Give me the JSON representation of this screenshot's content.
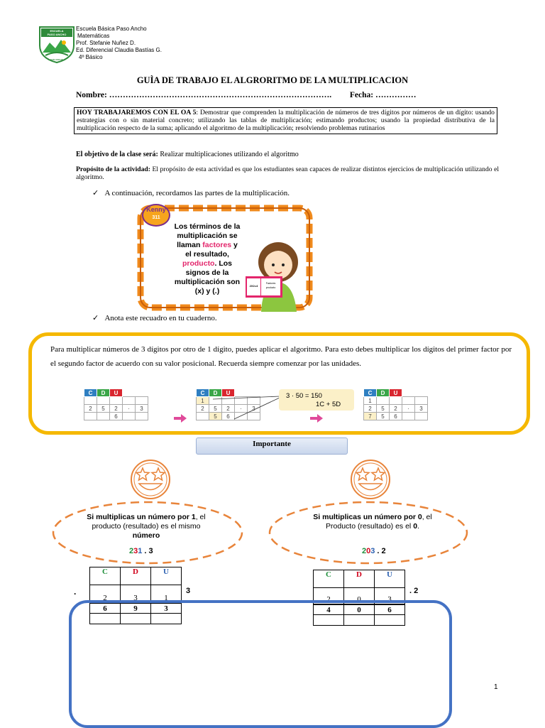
{
  "header": {
    "logo_text": [
      "ESCUELA",
      "PASO ANCHO",
      "SAN ANCHO"
    ],
    "school": "Escuela Básica Paso Ancho",
    "subject": "Matemáticas",
    "teacher": "Prof. Stefanie Nuñez D.",
    "assistant": "Ed. Diferencial Claudia Bastías G.",
    "grade": "4º Básico"
  },
  "title": "GUÌA DE TRABAJO EL ALGRORITMO DE LA MULTIPLICACION",
  "name_line": {
    "name_label": "Nombre:",
    "name_dots": "……………………………………………………………………….",
    "date_label": "Fecha:",
    "date_dots": "……………"
  },
  "oa": {
    "label": "HOY TRABAJAREMOS CON EL OA 5",
    "text": ": Demostrar que comprenden la multiplicación de números de tres dígitos por números de un dígito: usando estrategias con o sin material concreto; utilizando las tablas de multiplicación; estimando productos; usando la propiedad distributiva de la multiplicación respecto de la suma; aplicando el algoritmo de la multiplicación; resolviendo problemas rutinarios"
  },
  "objective": {
    "label": "El objetivo de la clase será:",
    "text": " Realizar multiplicaciones utilizando el algoritmo"
  },
  "purpose": {
    "label": "Propósito de la actividad:",
    "text": " El propósito de esta actividad es que los estudiantes sean capaces de realizar distintos ejercicios de multiplicación utilizando el algoritmo."
  },
  "check1": "A continuación, recordamos las partes de la multiplicación.",
  "illustration": {
    "badge": "Kenny",
    "badge_sub": "311",
    "l1": "Los términos de la",
    "l2": "multiplicación se",
    "l3a": "llaman ",
    "l3b": "factores",
    "l3c": " y",
    "l4": "el resultado,",
    "l5a": "producto",
    "l5b": ". Los",
    "l6": "signos de la",
    "l7": "multiplicación son",
    "l8": "(x) y (.)",
    "card1": "2X2=4",
    "card2a": "Factores",
    "card2b": "producto"
  },
  "check2": "Anota este recuadro en tu cuaderno.",
  "explanation": "Para multiplicar números de 3 dígitos por otro de 1 dígito, puedes aplicar el algoritmo. Para esto debes multiplicar los dígitos del primer factor por el segundo factor de acuerdo con su valor posicional. Recuerda siempre comenzar por las unidades.",
  "cdu_headers": [
    "C",
    "D",
    "U"
  ],
  "step1": {
    "row2": [
      "2",
      "5",
      "2",
      "·",
      "3"
    ],
    "row3": [
      "",
      "",
      "6",
      "",
      ""
    ]
  },
  "step2": {
    "row1": [
      "1",
      "",
      "",
      "",
      ""
    ],
    "row2": [
      "2",
      "5",
      "2",
      "·",
      "3"
    ],
    "row3": [
      "",
      "5",
      "6",
      "",
      ""
    ]
  },
  "step3": {
    "row1": [
      "1",
      "",
      "",
      "",
      ""
    ],
    "row2": [
      "2",
      "5",
      "2",
      "·",
      "3"
    ],
    "row3": [
      "7",
      "5",
      "6",
      "",
      ""
    ]
  },
  "formula": {
    "line1": "3 · 50 = 150",
    "line2": "1C + 5D"
  },
  "importante": "Importante",
  "left_rule": {
    "pre": "Si multiplicas un número por ",
    "num": "1",
    "post": ", el",
    "line2": "producto (resultado) es el mismo",
    "line3": "número"
  },
  "right_rule": {
    "pre": "Si multiplicas un número por ",
    "num": "0",
    "post": ", el",
    "line2a": "Producto (resultado) es el ",
    "line2b": "0",
    "line2c": "."
  },
  "left_example": {
    "d1": "2",
    "d2": "3",
    "d3": "1",
    "rest": " . 3"
  },
  "right_example": {
    "d1": "2",
    "d2": "0",
    "d3": "3",
    "rest": " . 2"
  },
  "left_table": {
    "headers": [
      "C",
      "D",
      "U"
    ],
    "row1": [
      "2",
      "3",
      "1"
    ],
    "row2": [
      "6",
      "9",
      "3"
    ],
    "dot": ".",
    "mult": "3"
  },
  "right_table": {
    "headers": [
      "C",
      "D",
      "U"
    ],
    "row1": [
      "2",
      "0",
      "3"
    ],
    "row2": [
      "4",
      "0",
      "6"
    ],
    "mult": ". 2"
  },
  "page_number": "1",
  "colors": {
    "yellow_border": "#f5b800",
    "blue_border": "#4472c4",
    "ellipse_orange": "#e8843a",
    "C_header": "#2f7fc1",
    "D_header": "#3aa648",
    "U_header": "#d9262f"
  }
}
